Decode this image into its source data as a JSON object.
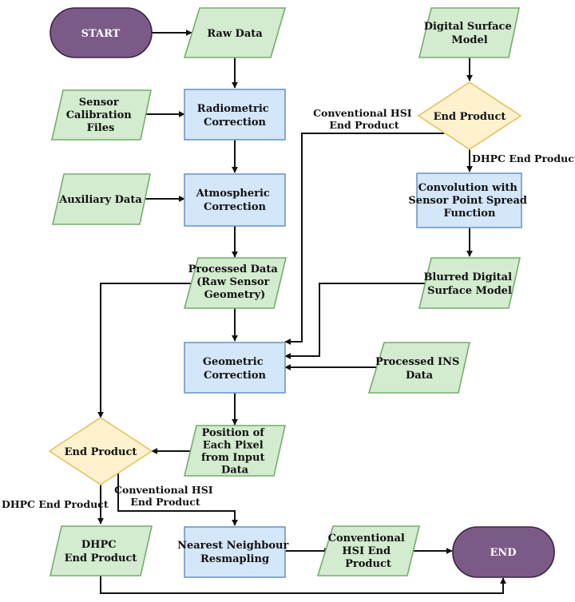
{
  "colors": {
    "terminal_fill": "#7c5a88",
    "terminal_stroke": "#3c2245",
    "io_fill": "#d3ebcf",
    "io_stroke": "#74ad6c",
    "process_fill": "#d4e6f9",
    "process_stroke": "#6d97c9",
    "decision_fill": "#fdf2cd",
    "decision_stroke": "#e2c35e",
    "edge": "#111111"
  },
  "nodes": {
    "start": "START",
    "raw_data": "Raw Data",
    "sensor_calibration": [
      "Sensor",
      "Calibration",
      "Files"
    ],
    "radiometric": [
      "Radiometric",
      "Correction"
    ],
    "auxiliary": "Auxiliary Data",
    "atmospheric": [
      "Atmospheric",
      "Correction"
    ],
    "processed_data": [
      "Processed Data",
      "(Raw Sensor",
      "Geometry)"
    ],
    "geometric": [
      "Geometric",
      "Correction"
    ],
    "processed_ins": [
      "Processed INS",
      "Data"
    ],
    "position": [
      "Position of",
      "Each Pixel",
      "from Input",
      "Data"
    ],
    "end_product_left": "End Product",
    "dhpc_end_product_node": [
      "DHPC",
      "End Product"
    ],
    "nearest_neighbour": [
      "Nearest Neighbour",
      "Resmapling"
    ],
    "conventional_hsi_node": [
      "Conventional",
      "HSI End",
      "Product"
    ],
    "end": "END",
    "dsm": [
      "Digital Surface",
      "Model"
    ],
    "end_product_right": "End Product",
    "convolution": [
      "Convolution with",
      "Sensor Point Spread",
      "Function"
    ],
    "blurred_dsm": [
      "Blurred Digital",
      "Surface Model"
    ]
  },
  "edge_labels": {
    "conventional_right": [
      "Conventional HSI",
      "End Product"
    ],
    "dhpc_right": "DHPC End Product",
    "conventional_left": [
      "Conventional HSI",
      "End Product"
    ],
    "dhpc_left": "DHPC End Product"
  }
}
